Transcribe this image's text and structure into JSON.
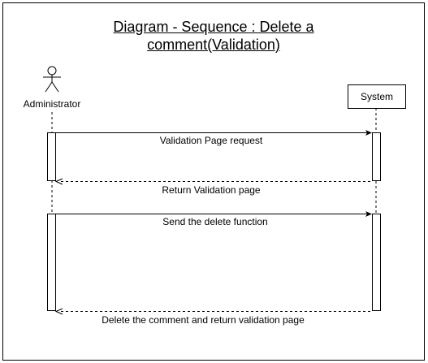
{
  "diagram": {
    "title_line1": "Diagram - Sequence : Delete a",
    "title_line2": "comment(Validation)",
    "participants": {
      "actor": "Administrator",
      "system": "System"
    },
    "messages": [
      {
        "label": "Validation Page request",
        "direction": "request",
        "style": "solid"
      },
      {
        "label": "Return Validation page",
        "direction": "return",
        "style": "dashed"
      },
      {
        "label": "Send the delete function",
        "direction": "request",
        "style": "solid"
      },
      {
        "label": "Delete the comment and return validation page",
        "direction": "return",
        "style": "dashed"
      }
    ]
  }
}
